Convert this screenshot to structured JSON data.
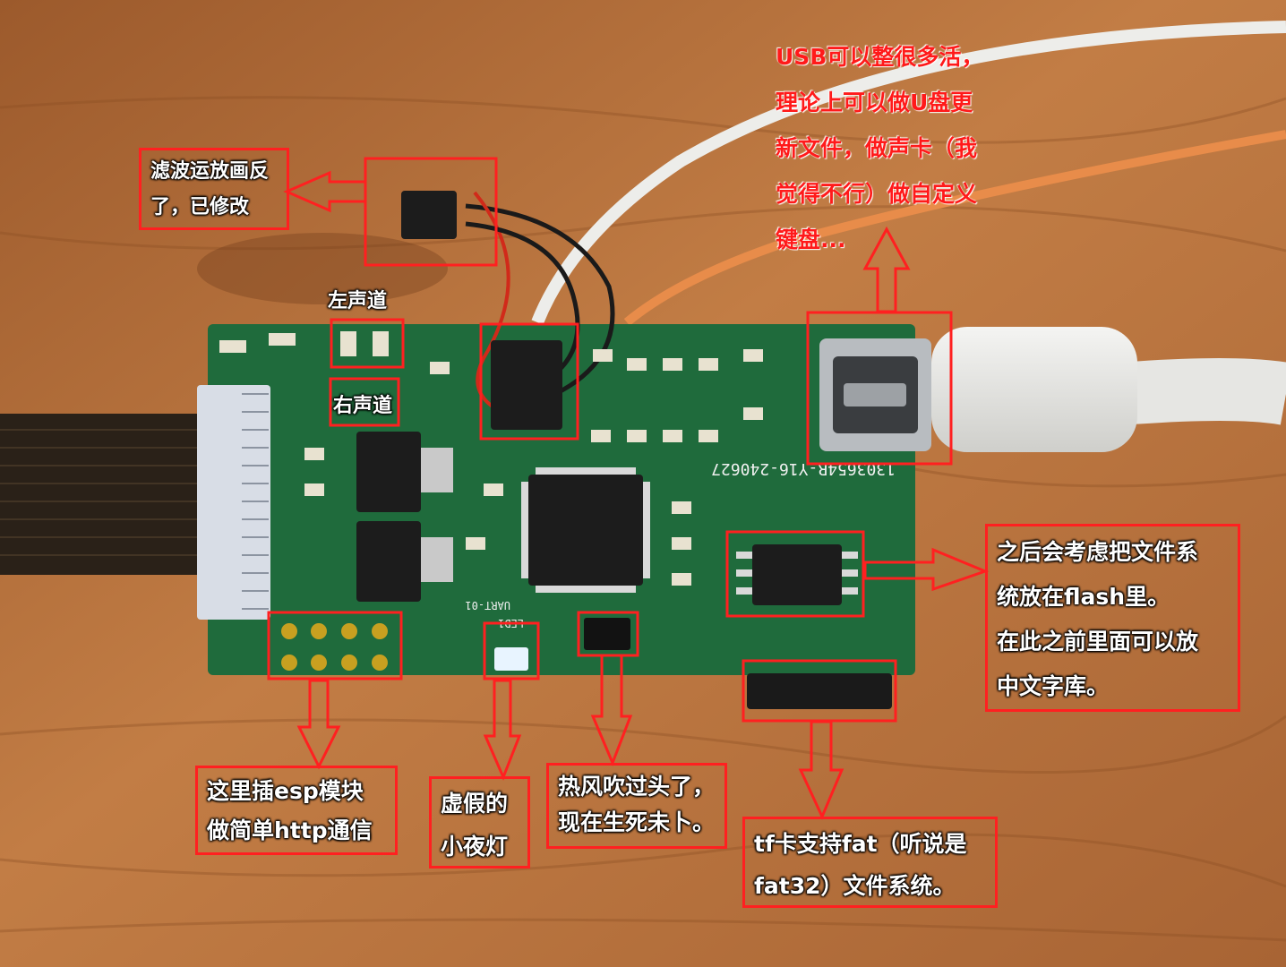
{
  "annotations": {
    "filter_opamp": "滤波运放画反\n了，已修改",
    "usb": "USB可以整很多活，\n理论上可以做U盘更\n新文件，做声卡（我\n觉得不行）做自定义\n键盘...",
    "left_channel": "左声道",
    "right_channel": "右声道",
    "flash": "之后会考虑把文件系\n统放在flash里。\n在此之前里面可以放\n中文字库。",
    "esp_header": "这里插esp模块\n做简单http通信",
    "led": "虚假的\n小夜灯",
    "hot_air": "热风吹过头了，\n现在生死未卜。",
    "tf_card": "tf卡支持fat（听说是\nfat32）文件系统。"
  },
  "board_silkscreen": {
    "part_number": "1303654R-Y16-240627",
    "uart": "UART-01",
    "led_label": "LED1"
  },
  "colors": {
    "annotation_red": "#ff2020",
    "pcb_green": "#1f6b3c",
    "wood": "#b8743f"
  }
}
